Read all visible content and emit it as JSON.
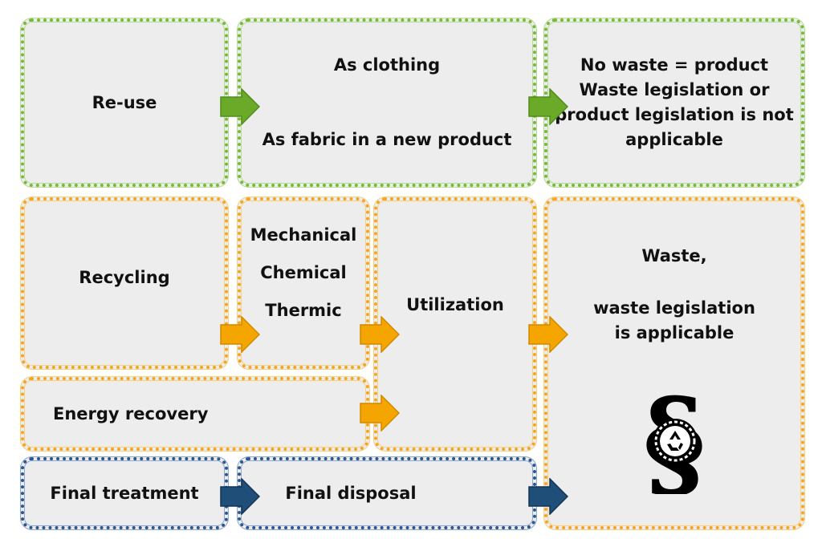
{
  "reuse": {
    "label": "Re-use",
    "options": [
      "As clothing",
      "As fabric in a new product"
    ],
    "result": [
      "No waste = product",
      "Waste legislation or",
      "product legislation is not",
      "applicable"
    ]
  },
  "recycling": {
    "label": "Recycling",
    "methods": [
      "Mechanical",
      "Chemical",
      "Thermic"
    ]
  },
  "energy_recovery": {
    "label": "Energy recovery"
  },
  "utilization": {
    "label": "Utilization"
  },
  "waste": {
    "title": "Waste,",
    "line1": "waste legislation",
    "line2": "is applicable",
    "icon": "paragraph-recycle-icon"
  },
  "final": {
    "treatment": "Final treatment",
    "disposal": "Final disposal"
  },
  "colors": {
    "green": "#78b83a",
    "orange": "#f4a623",
    "blue": "#1f4e79",
    "box_fill": "#ededed"
  }
}
